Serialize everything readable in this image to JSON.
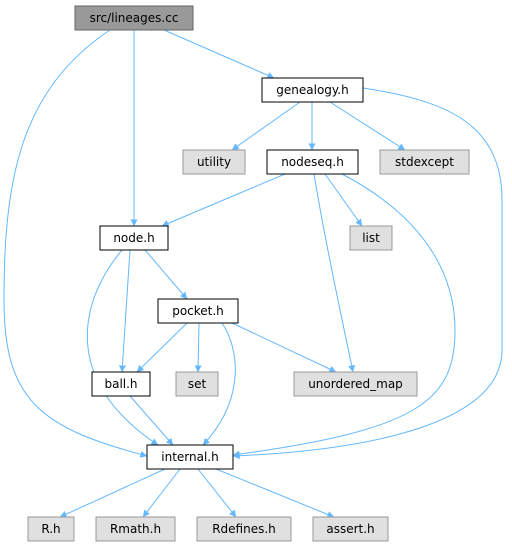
{
  "graph": {
    "colors": {
      "edge": "#63b8ff",
      "node_border": "#000000",
      "node_fill": "#ffffff",
      "root_fill": "#999999",
      "root_border": "#666666",
      "external_fill": "#e0e0e0",
      "external_border": "#999999"
    },
    "nodes": [
      {
        "id": "root",
        "label": "src/lineages.cc",
        "kind": "root"
      },
      {
        "id": "genealogy",
        "label": "genealogy.h",
        "kind": "header"
      },
      {
        "id": "utility",
        "label": "utility",
        "kind": "external"
      },
      {
        "id": "nodeseq",
        "label": "nodeseq.h",
        "kind": "header"
      },
      {
        "id": "stdexcept",
        "label": "stdexcept",
        "kind": "external"
      },
      {
        "id": "node",
        "label": "node.h",
        "kind": "header"
      },
      {
        "id": "list",
        "label": "list",
        "kind": "external"
      },
      {
        "id": "pocket",
        "label": "pocket.h",
        "kind": "header"
      },
      {
        "id": "ball",
        "label": "ball.h",
        "kind": "header"
      },
      {
        "id": "set",
        "label": "set",
        "kind": "external"
      },
      {
        "id": "unordered_map",
        "label": "unordered_map",
        "kind": "external"
      },
      {
        "id": "internal",
        "label": "internal.h",
        "kind": "header"
      },
      {
        "id": "R",
        "label": "R.h",
        "kind": "external"
      },
      {
        "id": "Rmath",
        "label": "Rmath.h",
        "kind": "external"
      },
      {
        "id": "Rdefines",
        "label": "Rdefines.h",
        "kind": "external"
      },
      {
        "id": "assert",
        "label": "assert.h",
        "kind": "external"
      }
    ],
    "edges": [
      {
        "from": "root",
        "to": "genealogy"
      },
      {
        "from": "root",
        "to": "node"
      },
      {
        "from": "root",
        "to": "internal"
      },
      {
        "from": "genealogy",
        "to": "utility"
      },
      {
        "from": "genealogy",
        "to": "nodeseq"
      },
      {
        "from": "genealogy",
        "to": "stdexcept"
      },
      {
        "from": "genealogy",
        "to": "internal"
      },
      {
        "from": "nodeseq",
        "to": "node"
      },
      {
        "from": "nodeseq",
        "to": "list"
      },
      {
        "from": "nodeseq",
        "to": "unordered_map"
      },
      {
        "from": "nodeseq",
        "to": "internal"
      },
      {
        "from": "node",
        "to": "pocket"
      },
      {
        "from": "node",
        "to": "ball"
      },
      {
        "from": "node",
        "to": "internal"
      },
      {
        "from": "pocket",
        "to": "ball"
      },
      {
        "from": "pocket",
        "to": "set"
      },
      {
        "from": "pocket",
        "to": "unordered_map"
      },
      {
        "from": "pocket",
        "to": "internal"
      },
      {
        "from": "ball",
        "to": "internal"
      },
      {
        "from": "internal",
        "to": "R"
      },
      {
        "from": "internal",
        "to": "Rmath"
      },
      {
        "from": "internal",
        "to": "Rdefines"
      },
      {
        "from": "internal",
        "to": "assert"
      }
    ]
  }
}
